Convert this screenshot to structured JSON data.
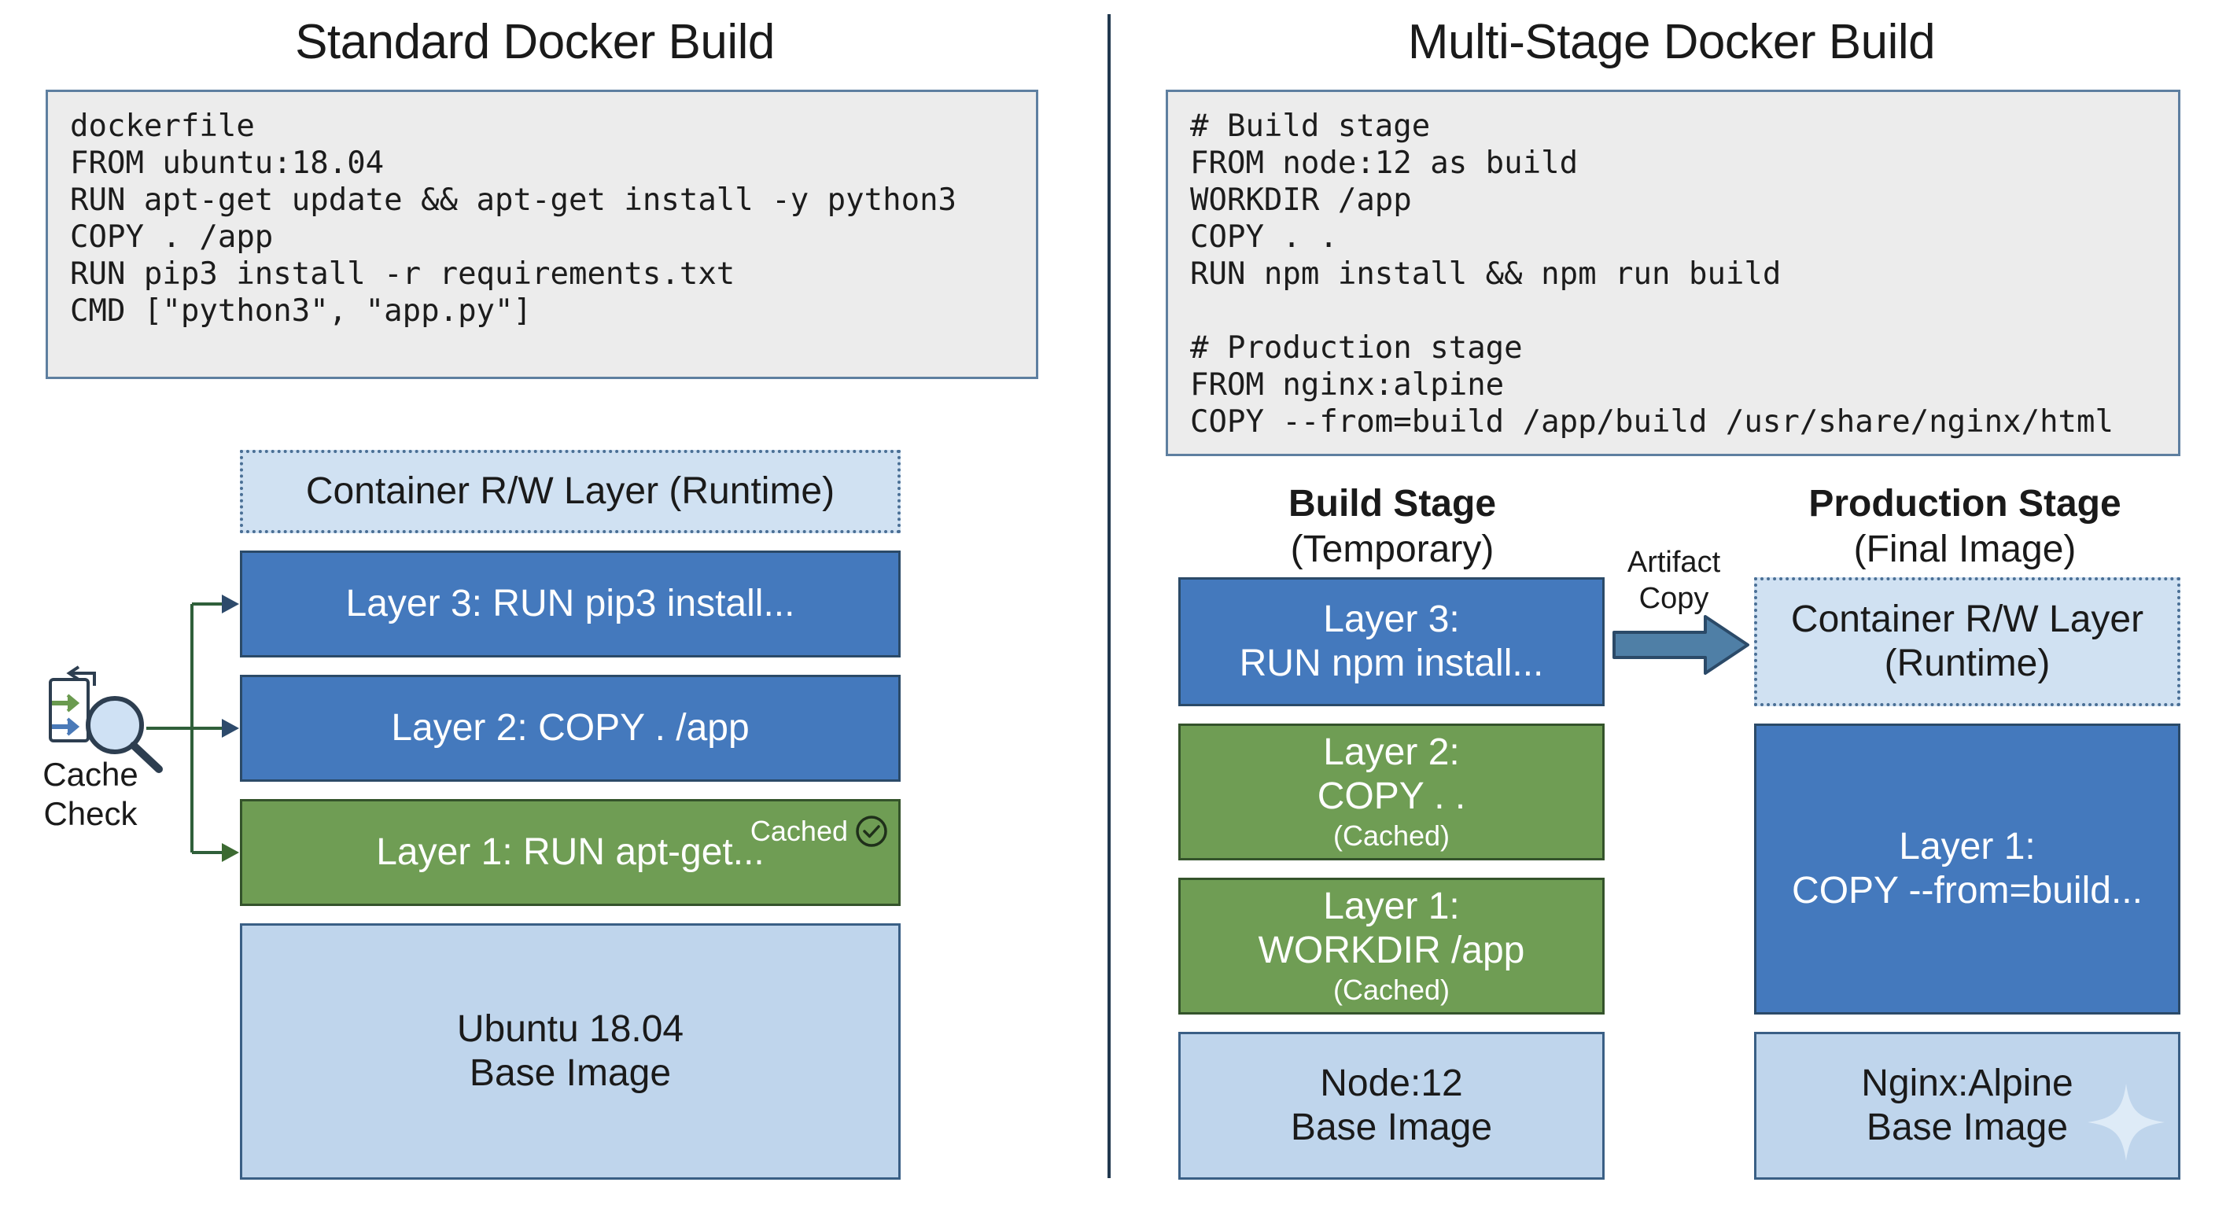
{
  "left": {
    "title": "Standard Docker Build",
    "code": "dockerfile\nFROM ubuntu:18.04\nRUN apt-get update && apt-get install -y python3\nCOPY . /app\nRUN pip3 install -r requirements.txt\nCMD [\"python3\", \"app.py\"]",
    "container_layer": "Container R/W Layer (Runtime)",
    "layer3": "Layer 3: RUN pip3 install...",
    "layer2": "Layer 2: COPY . /app",
    "layer1": "Layer 1: RUN apt-get...",
    "cached_tag": "Cached",
    "base_line1": "Ubuntu 18.04",
    "base_line2": "Base Image",
    "cache_check_line1": "Cache",
    "cache_check_line2": "Check"
  },
  "right": {
    "title": "Multi-Stage Docker Build",
    "code": "# Build stage\nFROM node:12 as build\nWORKDIR /app\nCOPY . .\nRUN npm install && npm run build\n\n# Production stage\nFROM nginx:alpine\nCOPY --from=build /app/build /usr/share/nginx/html",
    "build_stage": {
      "heading": "Build Stage",
      "subheading": "(Temporary)",
      "layer3_line1": "Layer 3:",
      "layer3_line2": "RUN npm install...",
      "layer2_line1": "Layer 2:",
      "layer2_line2": "COPY . .",
      "layer2_note": "(Cached)",
      "layer1_line1": "Layer 1:",
      "layer1_line2": "WORKDIR /app",
      "layer1_note": "(Cached)",
      "base_line1": "Node:12",
      "base_line2": "Base Image"
    },
    "artifact_line1": "Artifact",
    "artifact_line2": "Copy",
    "production_stage": {
      "heading": "Production Stage",
      "subheading": "(Final Image)",
      "container_line1": "Container R/W Layer",
      "container_line2": "(Runtime)",
      "layer1_line1": "Layer 1:",
      "layer1_line2": "COPY --from=build...",
      "base_line1": "Nginx:Alpine",
      "base_line2": "Base Image"
    }
  },
  "colors": {
    "layer_blue": "#4479bd",
    "layer_green": "#6f9d54",
    "base_light": "#bfd5ec",
    "runtime_dotted": "#d0e1f2",
    "divider": "#22394f"
  }
}
